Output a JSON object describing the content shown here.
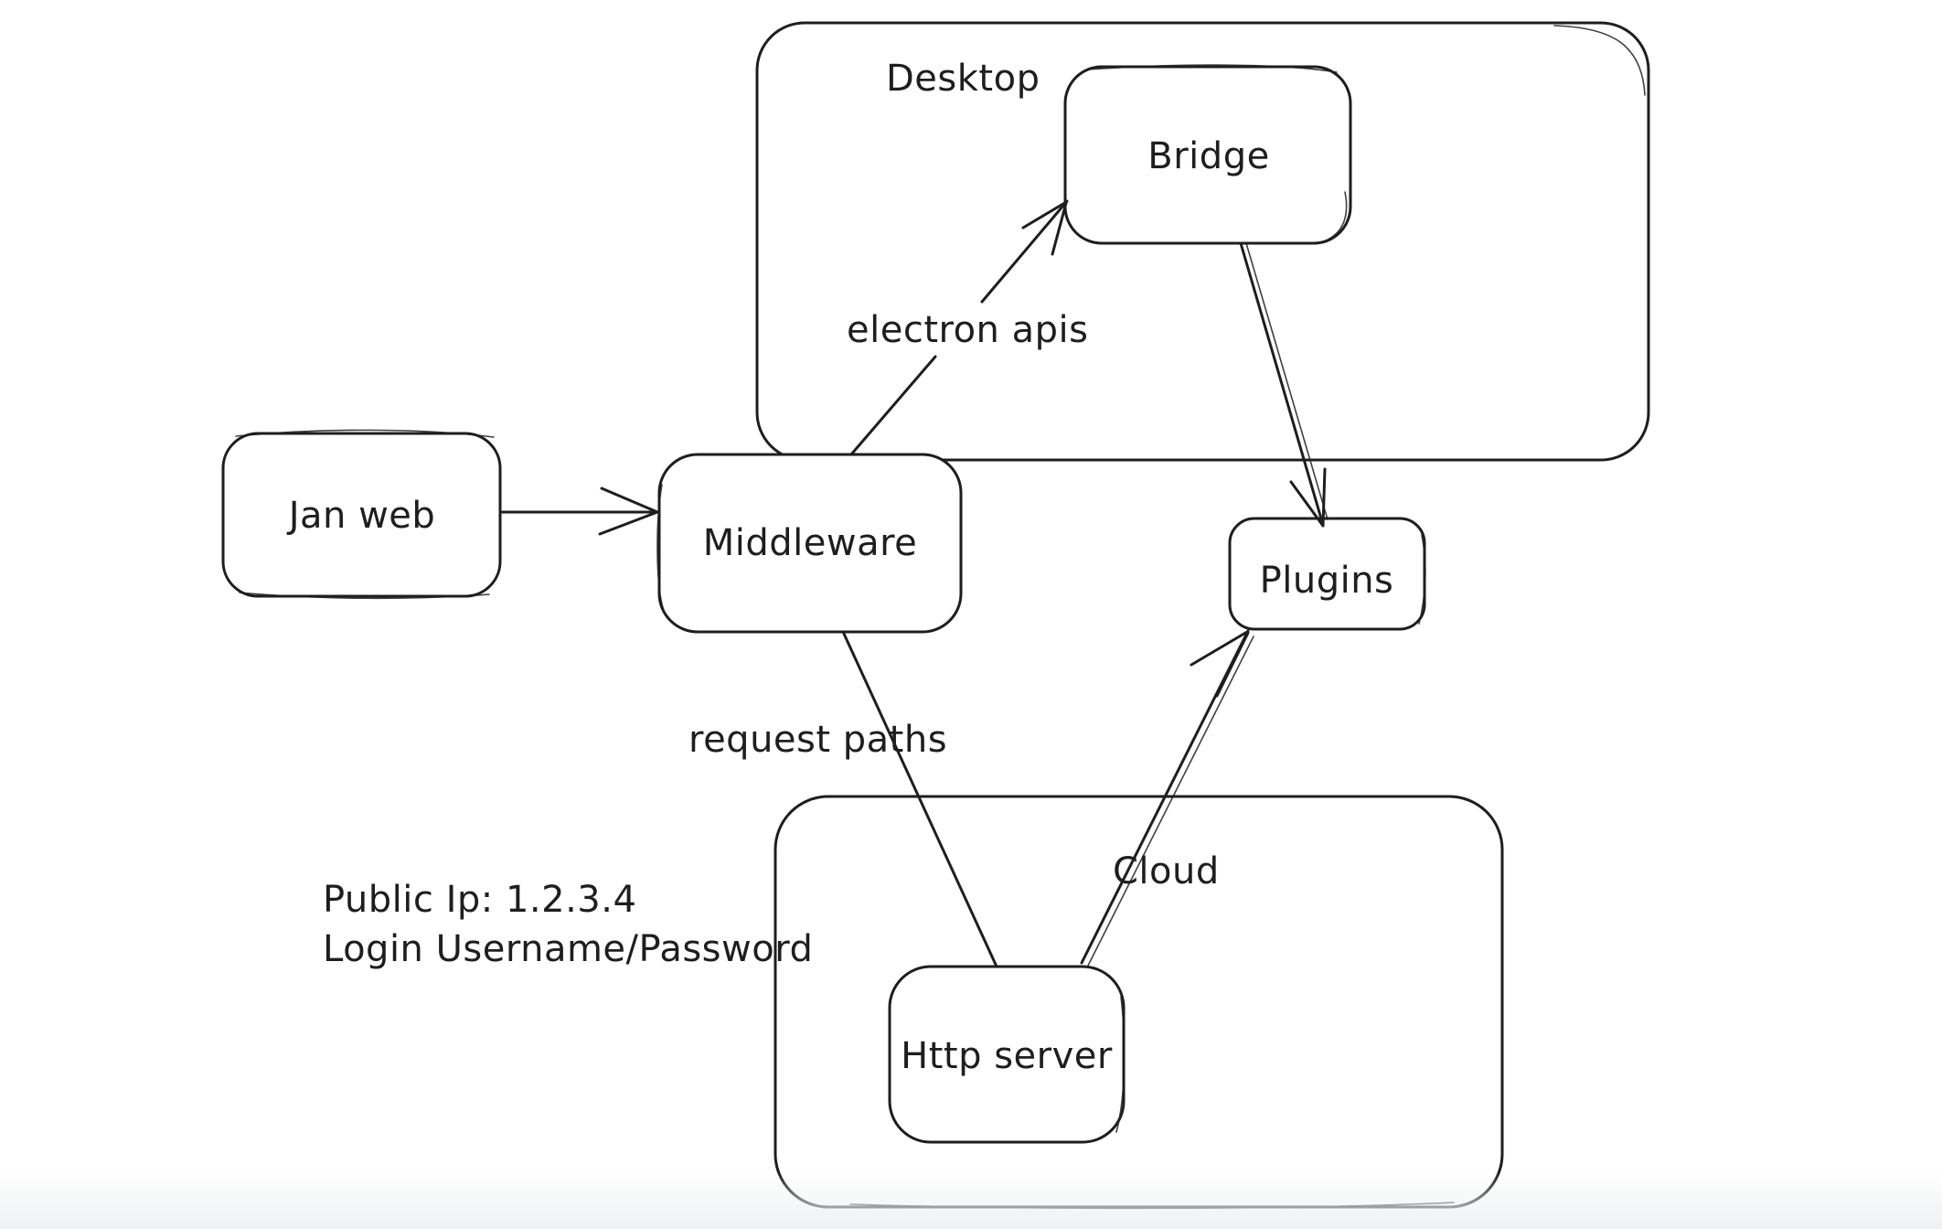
{
  "app": {
    "type": "hand-drawn architecture diagram",
    "background": "#ffffff",
    "stroke_color": "#1e1e1e",
    "bottom_fade_color": "#eef1f3"
  },
  "containers": [
    {
      "id": "desktop",
      "label": "Desktop"
    },
    {
      "id": "cloud",
      "label": "Cloud"
    }
  ],
  "nodes": [
    {
      "id": "jan-web",
      "label": "Jan web"
    },
    {
      "id": "middleware",
      "label": "Middleware"
    },
    {
      "id": "bridge",
      "label": "Bridge"
    },
    {
      "id": "plugins",
      "label": "Plugins"
    },
    {
      "id": "http-server",
      "label": "Http server"
    }
  ],
  "edges": [
    {
      "id": "jan-web-to-middleware",
      "from": "Jan web",
      "to": "Middleware",
      "label": ""
    },
    {
      "id": "middleware-to-bridge",
      "from": "Middleware",
      "to": "Bridge",
      "label": "electron apis"
    },
    {
      "id": "bridge-to-plugins",
      "from": "Bridge",
      "to": "Plugins",
      "label": ""
    },
    {
      "id": "middleware-to-http-server",
      "from": "Middleware",
      "to": "Http server",
      "label": "request paths"
    },
    {
      "id": "http-server-to-plugins",
      "from": "Http server",
      "to": "Plugins",
      "label": ""
    }
  ],
  "annotations": [
    {
      "id": "public-ip",
      "text": "Public Ip: 1.2.3.4"
    },
    {
      "id": "login",
      "text": "Login Username/Password"
    }
  ]
}
